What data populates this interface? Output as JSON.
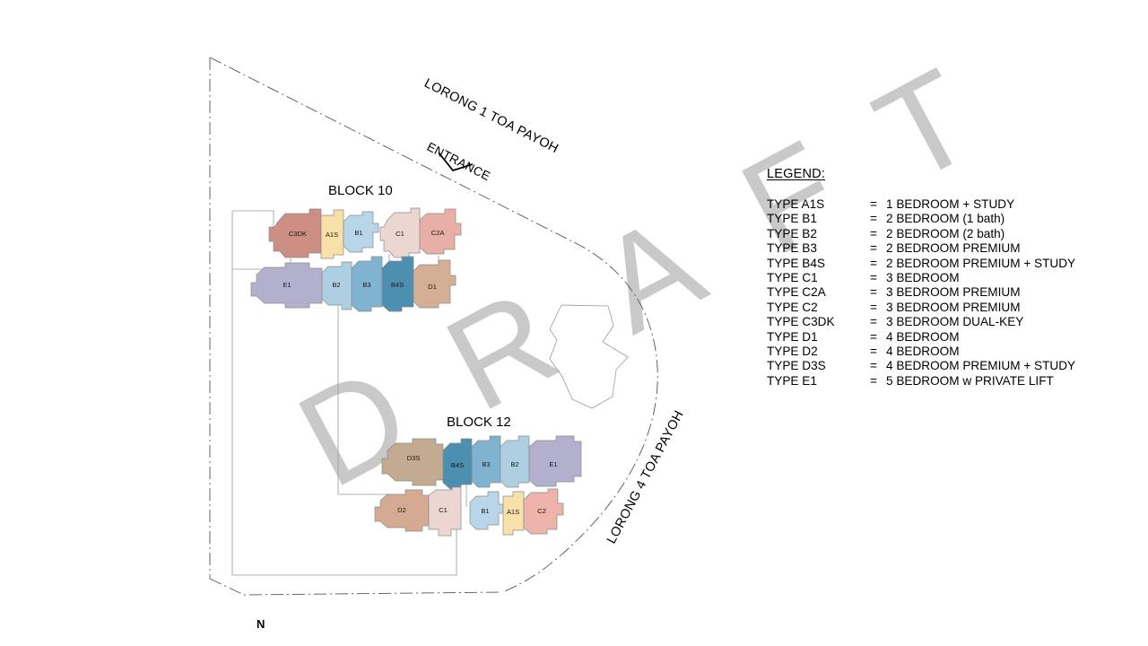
{
  "document": {
    "watermark": "DRAFT",
    "watermark_letters": [
      "D",
      "R",
      "A",
      "F",
      "T"
    ],
    "north_indicator": "N"
  },
  "map": {
    "roads": [
      {
        "name": "road-lorong-1",
        "label": "LORONG 1 TOA PAYOH"
      },
      {
        "name": "road-lorong-4",
        "label": "LORONG 4 TOA PAYOH"
      }
    ],
    "entrance_label": "ENTRANCE",
    "blocks": [
      {
        "name": "block-10",
        "title": "BLOCK 10",
        "rows": [
          {
            "units": [
              "C3DK",
              "A1S",
              "B1",
              "C1",
              "C2A"
            ]
          },
          {
            "units": [
              "E1",
              "B2",
              "B3",
              "B4S",
              "D1"
            ]
          }
        ]
      },
      {
        "name": "block-12",
        "title": "BLOCK 12",
        "rows": [
          {
            "units": [
              "D3S",
              "B4S",
              "B3",
              "B2",
              "E1"
            ]
          },
          {
            "units": [
              "D2",
              "C1",
              "B1",
              "A1S",
              "C2"
            ]
          }
        ]
      }
    ],
    "unit_colors": {
      "A1S": "#f8e0a8",
      "B1": "#b8d6e8",
      "B2": "#aecfe2",
      "B3": "#7fb3d0",
      "B4S": "#4d8fb0",
      "C1": "#ecd6d2",
      "C2": "#eeb3ab",
      "C2A": "#e8afa6",
      "C3DK": "#cd8f84",
      "D1": "#d5ae96",
      "D2": "#d4aa92",
      "D3S": "#c2ab90",
      "E1": "#b3b0ce"
    }
  },
  "legend": {
    "title": "LEGEND:",
    "equals": "=",
    "entries": [
      {
        "type": "TYPE A1S",
        "desc": "1 BEDROOM + STUDY"
      },
      {
        "type": "TYPE B1",
        "desc": "2 BEDROOM (1 bath)"
      },
      {
        "type": "TYPE B2",
        "desc": "2 BEDROOM (2 bath)"
      },
      {
        "type": "TYPE B3",
        "desc": "2 BEDROOM PREMIUM"
      },
      {
        "type": "TYPE B4S",
        "desc": "2 BEDROOM PREMIUM + STUDY"
      },
      {
        "type": "TYPE C1",
        "desc": "3 BEDROOM"
      },
      {
        "type": "TYPE C2A",
        "desc": "3 BEDROOM PREMIUM"
      },
      {
        "type": "TYPE C2",
        "desc": "3 BEDROOM PREMIUM"
      },
      {
        "type": "TYPE C3DK",
        "desc": "3 BEDROOM DUAL-KEY"
      },
      {
        "type": "TYPE D1",
        "desc": "4 BEDROOM"
      },
      {
        "type": "TYPE D2",
        "desc": "4 BEDROOM"
      },
      {
        "type": "TYPE D3S",
        "desc": "4 BEDROOM PREMIUM + STUDY"
      },
      {
        "type": "TYPE E1",
        "desc": "5 BEDROOM w PRIVATE LIFT"
      }
    ]
  }
}
